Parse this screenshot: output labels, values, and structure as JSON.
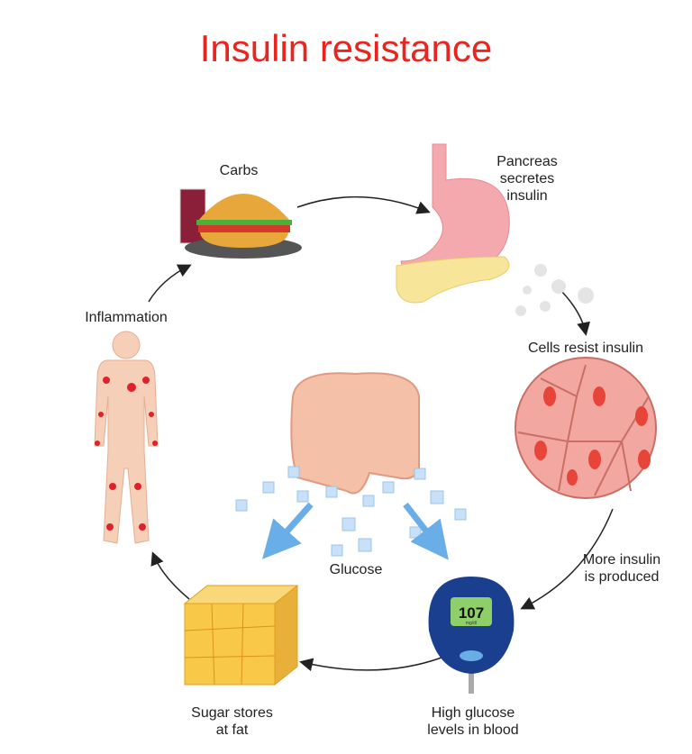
{
  "title": "Insulin resistance",
  "labels": {
    "carbs": "Carbs",
    "pancreas": [
      "Pancreas",
      "secretes",
      "insulin"
    ],
    "cells": "Cells resist insulin",
    "more_insulin": [
      "More insulin",
      "is produced"
    ],
    "high_glucose": [
      "High glucose",
      "levels in blood"
    ],
    "sugar_stores": [
      "Sugar stores",
      "at fat"
    ],
    "glucose": "Glucose",
    "inflammation": "Inflammation"
  },
  "meter": {
    "reading": "107",
    "unit": "mg/dl"
  },
  "colors": {
    "title": "#e8251f",
    "meter": "#1b3f8f",
    "screen": "#8fcf6a",
    "arrow_blue": "#6aaee8"
  }
}
